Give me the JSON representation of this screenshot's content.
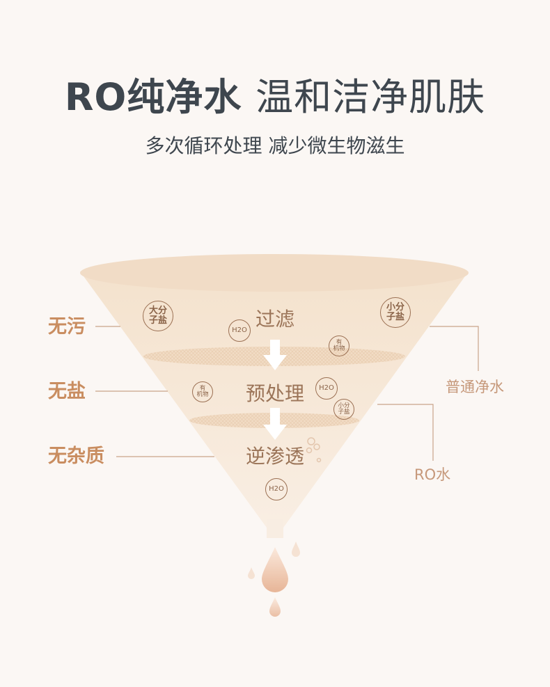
{
  "header": {
    "title_bold": "RO纯净水",
    "title_light": "温和洁净肌肤",
    "subtitle": "多次循环处理 减少微生物滋生"
  },
  "benefits": [
    "无污",
    "无盐",
    "无杂质"
  ],
  "stages": [
    "过滤",
    "预处理",
    "逆渗透"
  ],
  "outputs": {
    "ordinary": "普通净水",
    "ro": "RO水"
  },
  "badges": {
    "large_salt": [
      "大分",
      "子盐"
    ],
    "small_salt": [
      "小分",
      "子盐"
    ],
    "organic": [
      "有",
      "机物"
    ],
    "water": "H2O"
  },
  "colors": {
    "background": "#fbf7f4",
    "title": "#3e464e",
    "accent": "#c98d60",
    "funnel": "#f6e6d4"
  }
}
